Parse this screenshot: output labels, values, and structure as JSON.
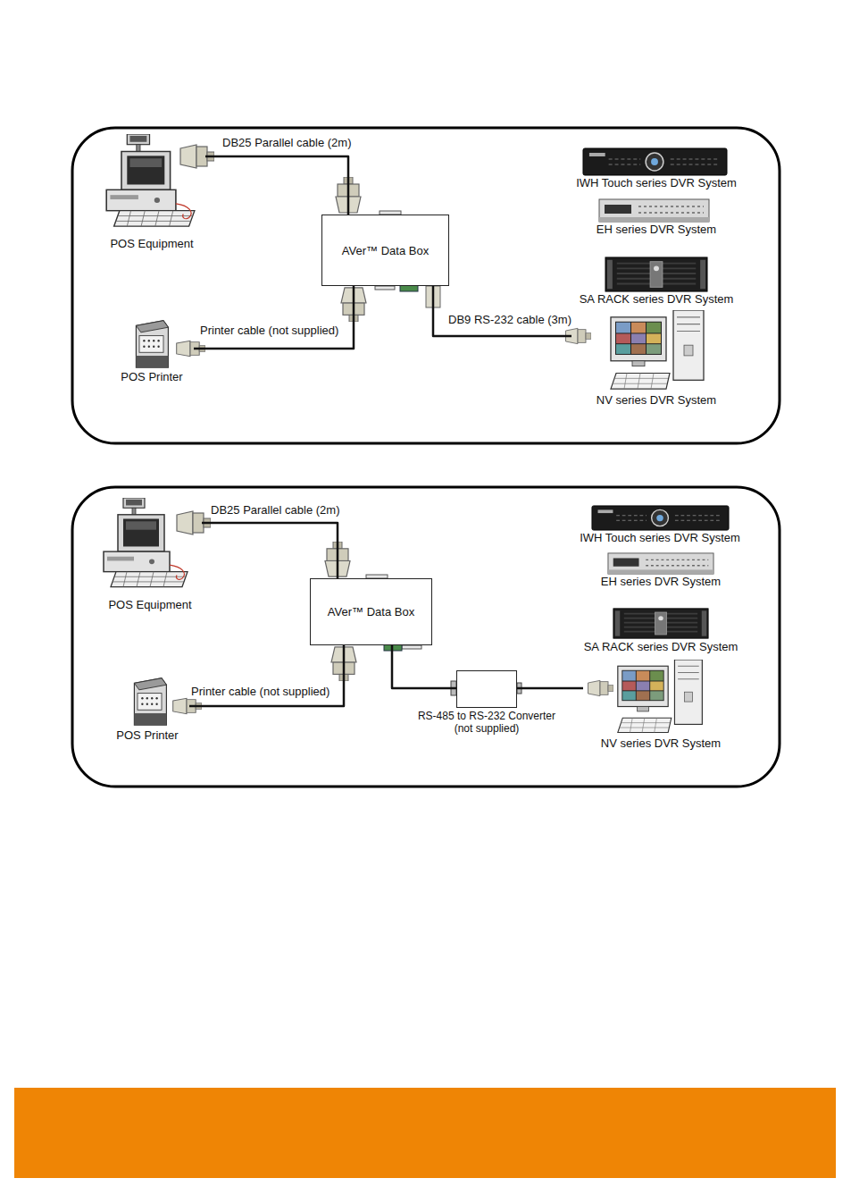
{
  "diagram": {
    "nodes": [
      {
        "text": [
          "POS Equipment"
        ]
      },
      {
        "text": [
          "AVer™ Data Box"
        ]
      },
      {
        "text": [
          "POS Printer"
        ]
      },
      {
        "text": [
          "IWH Touch series DVR System"
        ]
      },
      {
        "text": [
          "EH series DVR System"
        ]
      },
      {
        "text": [
          "SA RACK series DVR System"
        ]
      },
      {
        "text": [
          "NV series DVR System"
        ]
      },
      {
        "text": [
          "POS Equipment"
        ]
      },
      {
        "text": [
          "AVer™ Data Box"
        ]
      },
      {
        "text": [
          "POS Printer"
        ]
      },
      {
        "text": [
          "IWH Touch series DVR System"
        ]
      },
      {
        "text": [
          "EH series DVR System"
        ]
      },
      {
        "text": [
          "SA RACK series DVR System"
        ]
      },
      {
        "text": [
          "RS-485 to RS-232 Converter (not supplied)"
        ]
      },
      {
        "text": [
          "NV series DVR System"
        ]
      }
    ],
    "edges": [
      {
        "from": 0,
        "to": 1,
        "label": "DB25 Parallel cable (2m)",
        "arrow": "none"
      },
      {
        "from": 1,
        "to": 2,
        "label": "Printer cable (not supplied)",
        "arrow": "none"
      },
      {
        "from": 1,
        "to": 6,
        "label": "DB9 RS-232 cable (3m)",
        "arrow": "none"
      },
      {
        "from": 7,
        "to": 8,
        "label": "DB25 Parallel cable (2m)",
        "arrow": "none"
      },
      {
        "from": 8,
        "to": 9,
        "label": "Printer cable (not supplied)",
        "arrow": "none"
      },
      {
        "from": 8,
        "to": 13,
        "arrow": "none"
      },
      {
        "from": 13,
        "to": 14,
        "arrow": "none"
      }
    ]
  }
}
